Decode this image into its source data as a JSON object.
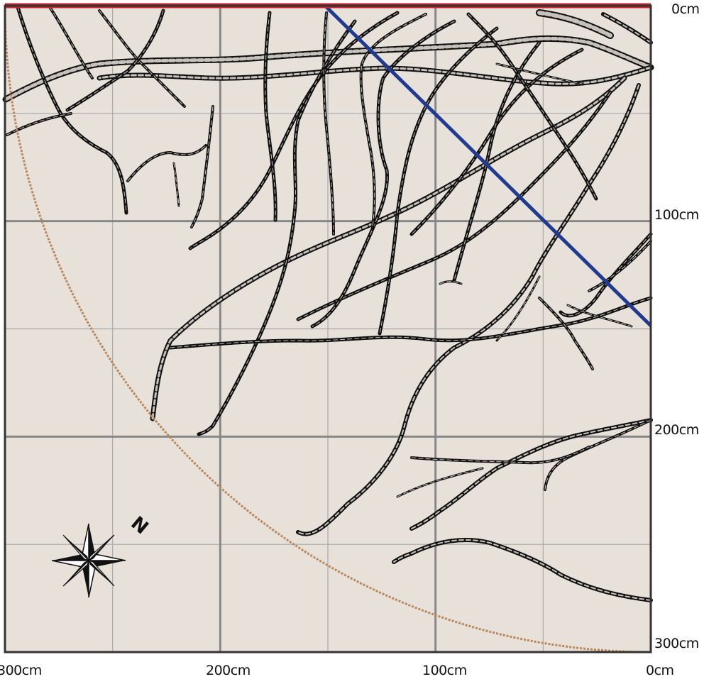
{
  "diagram": {
    "type": "root-system-grid-map",
    "background_color": "#e8e1da",
    "grid": {
      "major_color": "#888888",
      "minor_color": "#a8a8a8",
      "border_color": "#333333"
    },
    "x_axis_labels": [
      "300cm",
      "200cm",
      "100cm",
      "0cm"
    ],
    "y_axis_labels": [
      "0cm",
      "100cm",
      "200cm",
      "300cm"
    ],
    "lines": [
      {
        "name": "top-boundary",
        "color": "#d0222b"
      },
      {
        "name": "diagonal-line",
        "color": "#1f3a8f"
      },
      {
        "name": "radius-arc",
        "color": "#b8865a"
      }
    ],
    "roots_color": "#111111",
    "compass": {
      "label": "N",
      "icon": "compass-rose-icon"
    }
  }
}
